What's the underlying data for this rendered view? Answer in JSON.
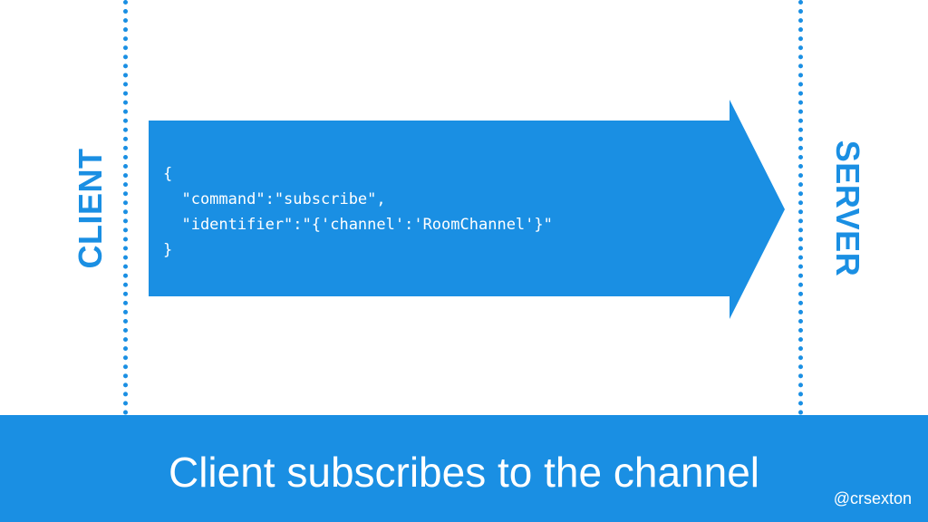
{
  "diagram": {
    "left_label": "CLIENT",
    "right_label": "SERVER",
    "message": {
      "line1": "{",
      "line2": "  \"command\":\"subscribe\",",
      "line3": "  \"identifier\":\"{'channel':'RoomChannel'}\"",
      "line4": "}"
    }
  },
  "caption": {
    "title": "Client subscribes to the channel",
    "handle": "@crsexton"
  },
  "colors": {
    "accent": "#1a8fe3",
    "background": "#ffffff",
    "text_on_accent": "#ffffff"
  }
}
